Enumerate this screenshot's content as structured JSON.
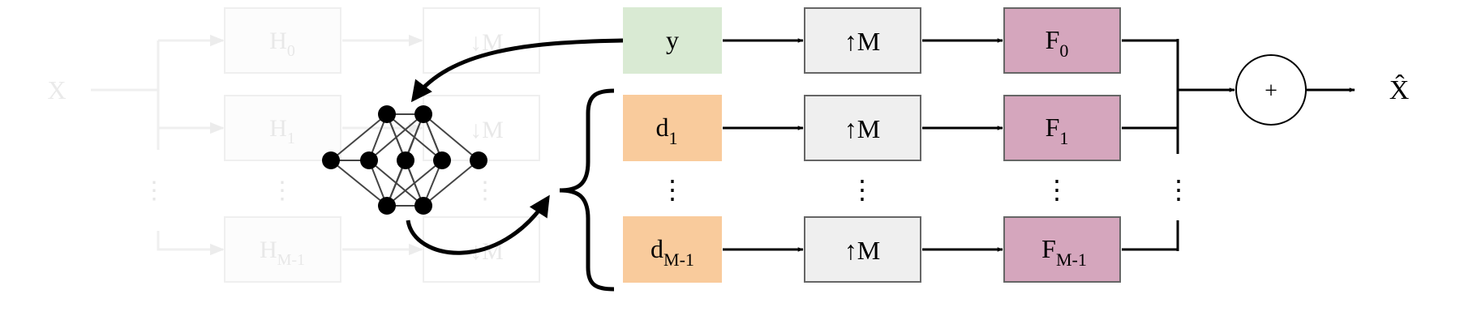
{
  "faded": {
    "input_label": "X",
    "h0": "H",
    "h0_sub": "0",
    "h1": "H",
    "h1_sub": "1",
    "hm": "H",
    "hm_sub": "M-1",
    "down1": "↓M",
    "down2": "↓M",
    "down3": "↓M"
  },
  "inputs": {
    "y": "y",
    "d1": "d",
    "d1_sub": "1",
    "dm": "d",
    "dm_sub": "M-1"
  },
  "upsample": {
    "u0": "↑M",
    "u1": "↑M",
    "u2": "↑M"
  },
  "filters": {
    "f0": "F",
    "f0_sub": "0",
    "f1": "F",
    "f1_sub": "1",
    "fm": "F",
    "fm_sub": "M-1"
  },
  "sum_symbol": "+",
  "output_label": "X̂",
  "ellipsis": "⋮",
  "colors": {
    "y_fill": "#d9ead3",
    "d_fill": "#f9cb9c",
    "up_fill": "#efefef",
    "f_fill": "#d5a6bd",
    "faded": "#efefef",
    "line": "#000000"
  }
}
